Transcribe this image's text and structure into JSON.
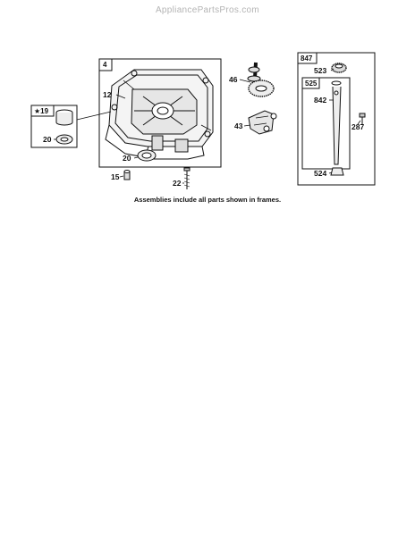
{
  "watermark": "AppliancePartsPros.com",
  "caption": "Assemblies include all parts shown in frames.",
  "frames": {
    "crankcase": "4",
    "seal_kit": "★19",
    "gear_assembly": "847",
    "gear_subassembly": "525"
  },
  "parts": {
    "gasket": "12",
    "seal_kit_seal": "20",
    "crankcase_seal": "20",
    "dowel_pin": "15",
    "screw": "22",
    "camshaft": "46",
    "governor": "43",
    "gear": "523",
    "shaft": "842",
    "pin": "287",
    "washer": "524"
  },
  "colors": {
    "ink": "#111111",
    "watermark": "#b4b4b4"
  }
}
